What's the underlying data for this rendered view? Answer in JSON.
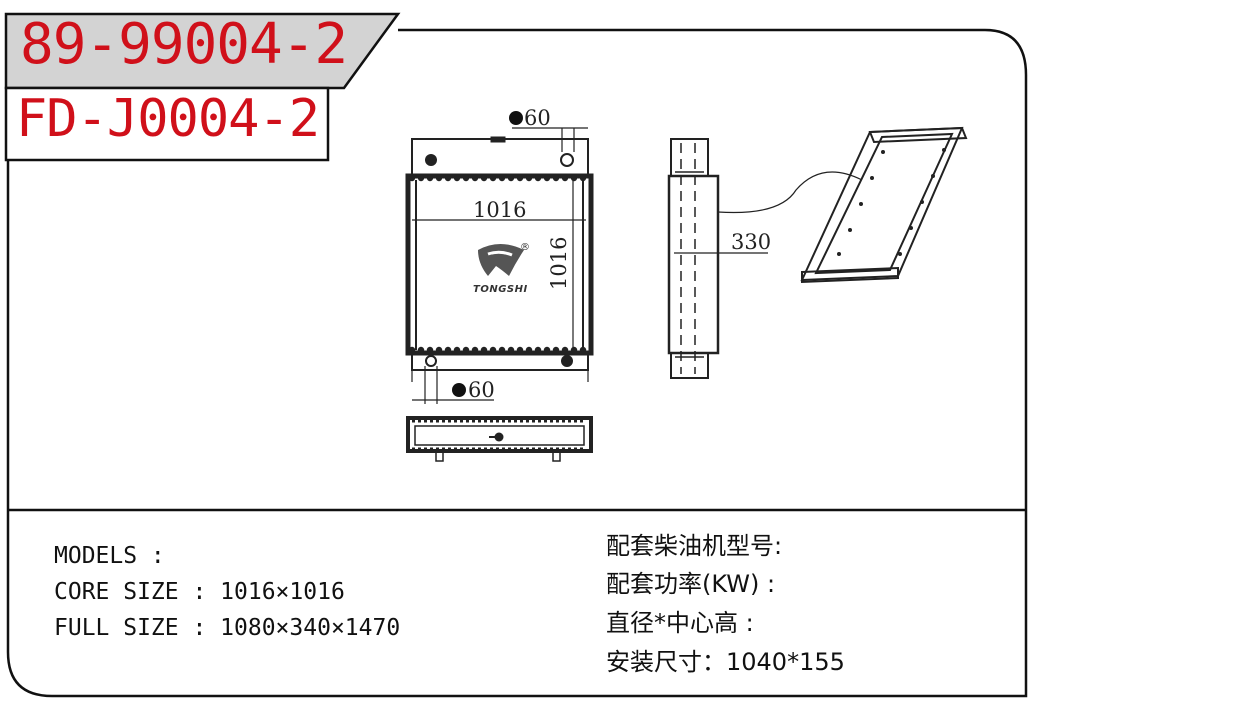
{
  "codes": {
    "part_number": "89-99004-2",
    "reference_code": "FD-J0004-2"
  },
  "drawing": {
    "dimensions": {
      "pipe_top": "60",
      "pipe_bottom": "60",
      "core_width": "1016",
      "core_height": "1016",
      "core_depth": "330"
    },
    "logo": {
      "brand": "TONGSHI",
      "registered_mark": "®"
    }
  },
  "specs_left": {
    "models": "MODELS :",
    "core_size": "CORE SIZE : 1016×1016",
    "full_size": "FULL SIZE : 1080×340×1470"
  },
  "specs_right": {
    "engine_model": "配套柴油机型号:",
    "power": "配套功率(KW) :",
    "diameter_center_height": "直径*中心高 :",
    "mounting_size": "安装尺寸：1040*155"
  }
}
